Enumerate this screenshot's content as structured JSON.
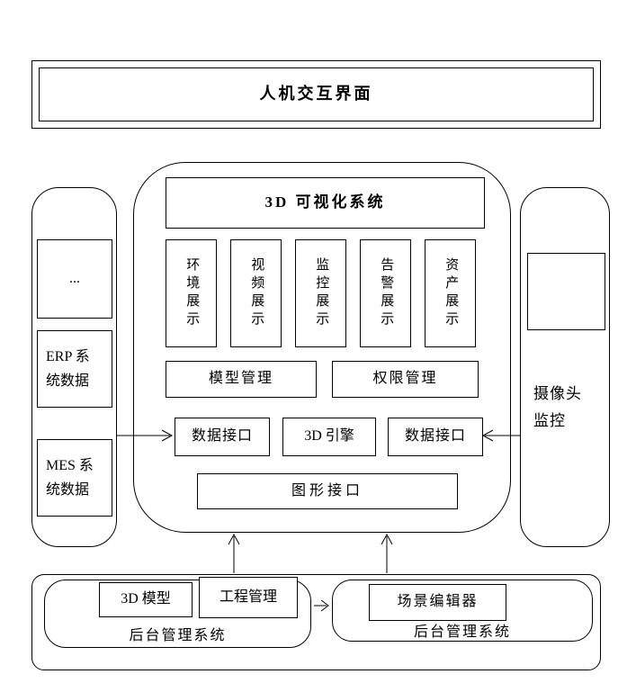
{
  "colors": {
    "line": "#000000",
    "background": "#ffffff",
    "text": "#000000"
  },
  "diagram": {
    "top_banner": {
      "title": "人机交互界面"
    },
    "left_panel": {
      "items": [
        {
          "label": "..."
        },
        {
          "label": "ERP 系统数据"
        },
        {
          "label": "MES 系统数据"
        }
      ]
    },
    "center_system": {
      "title": "3D 可视化系统",
      "display_modules": [
        {
          "label": "环境展示"
        },
        {
          "label": "视频展示"
        },
        {
          "label": "监控展示"
        },
        {
          "label": "告警展示"
        },
        {
          "label": "资产展示"
        }
      ],
      "management_modules": [
        {
          "label": "模型管理"
        },
        {
          "label": "权限管理"
        }
      ],
      "interface_row": [
        {
          "label": "数据接口"
        },
        {
          "label": "3D 引擎"
        },
        {
          "label": "数据接口"
        }
      ],
      "graphics_interface": {
        "label": "图形接口"
      }
    },
    "right_panel": {
      "camera_label": "摄像头监控"
    },
    "bottom_panel": {
      "left_group": {
        "boxes": [
          {
            "label": "3D 模型"
          },
          {
            "label": "工程管理"
          }
        ],
        "label": "后台管理系统"
      },
      "right_group": {
        "boxes": [
          {
            "label": "场景编辑器"
          }
        ],
        "label": "后台管理系统"
      }
    }
  }
}
